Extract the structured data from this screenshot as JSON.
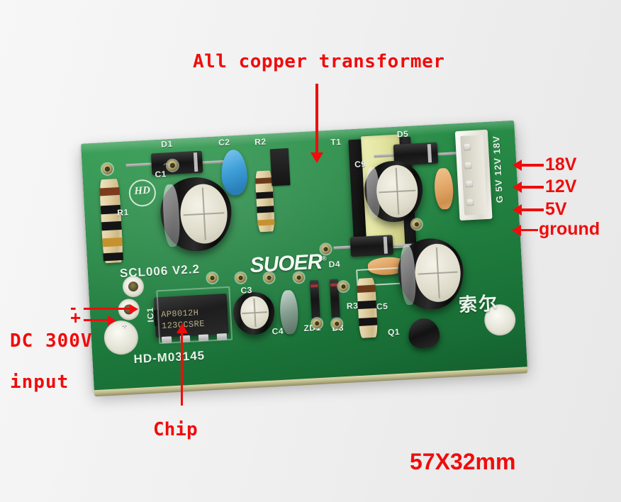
{
  "image": {
    "subject": "AC-DC switching power supply bare PCB module",
    "background_color": "#f1f1f1"
  },
  "annotations": {
    "accent_color": "#f00c0c",
    "title": "All copper transformer",
    "chip": "Chip",
    "input_line1": "DC 300V",
    "input_line2": "input",
    "polarity_minus": "-",
    "polarity_plus": "+",
    "dimensions": "57X32mm",
    "outputs": [
      {
        "label": "18V"
      },
      {
        "label": "12V"
      },
      {
        "label": "5V"
      },
      {
        "label": "ground"
      }
    ]
  },
  "pcb": {
    "color": "#1f7d3e",
    "brand": "SUOER",
    "brand_mark": "®",
    "brand_cn": "索尔",
    "board_id": "SCL006 V2.2",
    "model": "HD-M03145",
    "logo_text": "HD",
    "connector_silk": "G 5V 12V 18V",
    "input_pad_plus": "+",
    "input_pad_minus": "-",
    "ic": {
      "part_number": "AP8012H",
      "date_code": "123CCSRE",
      "designator": "IC1"
    },
    "designators": [
      {
        "ref": "D1"
      },
      {
        "ref": "C2"
      },
      {
        "ref": "R2"
      },
      {
        "ref": "T1"
      },
      {
        "ref": "D5"
      },
      {
        "ref": "C9"
      },
      {
        "ref": "C1"
      },
      {
        "ref": "R1"
      },
      {
        "ref": "D4"
      },
      {
        "ref": "C3"
      },
      {
        "ref": "C4"
      },
      {
        "ref": "ZD1"
      },
      {
        "ref": "D3"
      },
      {
        "ref": "R3"
      },
      {
        "ref": "C5"
      },
      {
        "ref": "Q1"
      }
    ]
  }
}
